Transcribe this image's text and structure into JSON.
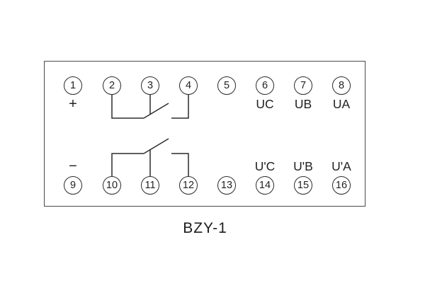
{
  "diagram": {
    "caption": "BZY-1",
    "terminals_top": [
      {
        "num": "1",
        "label_below": "+"
      },
      {
        "num": "2",
        "label_below": ""
      },
      {
        "num": "3",
        "label_below": ""
      },
      {
        "num": "4",
        "label_below": ""
      },
      {
        "num": "5",
        "label_below": ""
      },
      {
        "num": "6",
        "label_below": "UC"
      },
      {
        "num": "7",
        "label_below": "UB"
      },
      {
        "num": "8",
        "label_below": "UA"
      }
    ],
    "terminals_bottom": [
      {
        "num": "9",
        "label_above": "−"
      },
      {
        "num": "10",
        "label_above": ""
      },
      {
        "num": "11",
        "label_above": ""
      },
      {
        "num": "12",
        "label_above": ""
      },
      {
        "num": "13",
        "label_above": ""
      },
      {
        "num": "14",
        "label_above": "U'C"
      },
      {
        "num": "15",
        "label_above": "U'B"
      },
      {
        "num": "16",
        "label_above": "U'A"
      }
    ]
  }
}
